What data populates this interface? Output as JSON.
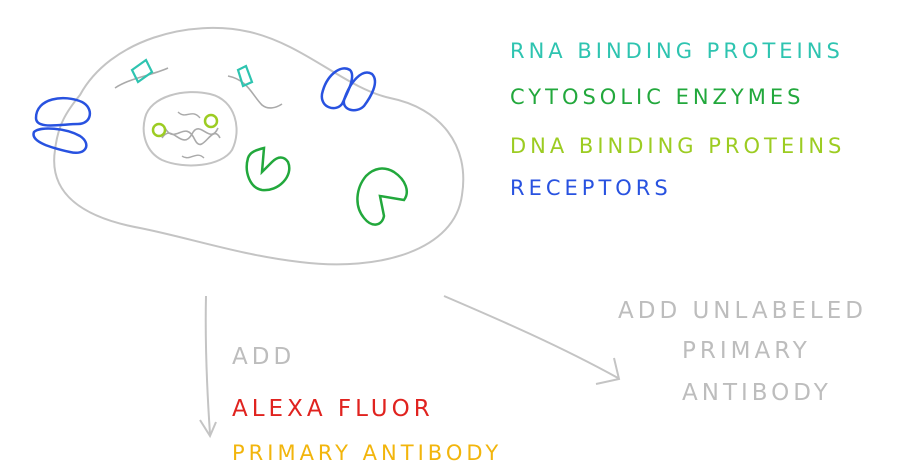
{
  "colors": {
    "outline": "#c4c4c4",
    "rna_binding": "#2ec4b0",
    "cytosolic": "#22a83c",
    "dna_binding": "#9ccc22",
    "receptor": "#2852e0",
    "alexa": "#e0231f",
    "primary_antibody": "#f2b50c",
    "gray_text": "#bdbdbd"
  },
  "legend": [
    {
      "text": "Rna Binding Proteins",
      "color_key": "rna_binding"
    },
    {
      "text": "Cytosolic Enzymes",
      "color_key": "cytosolic"
    },
    {
      "text": "Dna Binding Proteins",
      "color_key": "dna_binding"
    },
    {
      "text": "Receptors",
      "color_key": "receptor"
    }
  ],
  "left_branch": {
    "line1": "Add",
    "line2": "Alexa Fluor",
    "line3": "Primary Antibody"
  },
  "right_branch": {
    "line1": "Add Unlabeled",
    "line2": "Primary",
    "line3": "Antibody"
  }
}
